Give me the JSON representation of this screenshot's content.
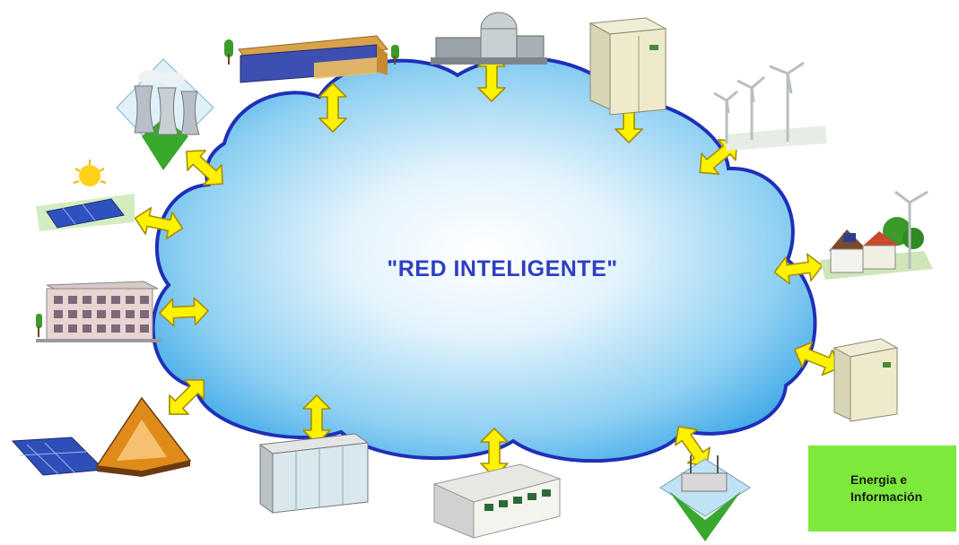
{
  "diagram": {
    "title": "\"RED INTELIGENTE\"",
    "nodes": [
      {
        "id": "factory",
        "icon": "factory-icon"
      },
      {
        "id": "nuclear-plant",
        "icon": "nuclear-plant-icon"
      },
      {
        "id": "storage-unit-top",
        "icon": "storage-cabinet-icon"
      },
      {
        "id": "wind-farm",
        "icon": "wind-turbines-icon"
      },
      {
        "id": "homes-with-wind",
        "icon": "houses-wind-icon"
      },
      {
        "id": "storage-unit-right",
        "icon": "storage-cabinet-icon"
      },
      {
        "id": "hydro-plant",
        "icon": "hydro-plant-icon"
      },
      {
        "id": "hospital",
        "icon": "hospital-icon"
      },
      {
        "id": "server-cabinets",
        "icon": "server-cabinet-icon"
      },
      {
        "id": "solar-house",
        "icon": "solar-house-icon"
      },
      {
        "id": "office-building",
        "icon": "office-building-icon"
      },
      {
        "id": "solar-farm",
        "icon": "solar-panels-icon"
      },
      {
        "id": "thermal-plant",
        "icon": "cooling-towers-icon"
      }
    ],
    "edges": "bidirectional yellow arrows between every node and the cloud"
  },
  "legend": {
    "line1": "Energia e",
    "line2": "Información",
    "icon": "double-arrow-icon"
  },
  "colors": {
    "cloud_outline": "#1f2fb8",
    "cloud_fill_light": "#ffffff",
    "cloud_fill_dark": "#3fa9e8",
    "arrow_fill": "#fff200",
    "arrow_outline": "#a58d00",
    "title": "#2f3fc0",
    "legend_bg": "#7dea3b"
  }
}
